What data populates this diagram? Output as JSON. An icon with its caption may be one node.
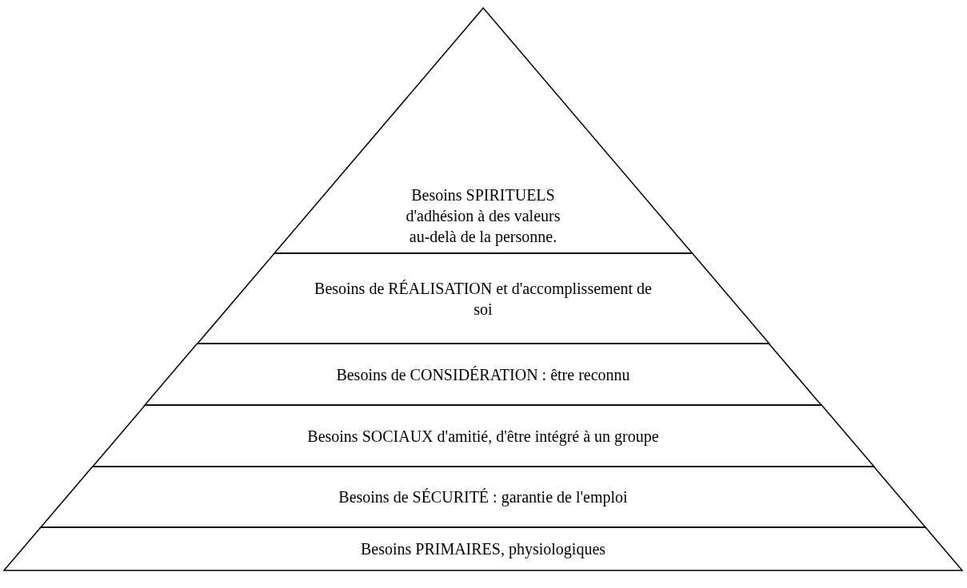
{
  "diagram": {
    "nodes": [
      {
        "text": [
          "Besoins SPIRITUELS d'adhésion à des valeurs au-delà de la personne."
        ]
      },
      {
        "text": [
          "Besoins de RÉALISATION et d'accomplissement de soi"
        ]
      },
      {
        "text": [
          "Besoins de CONSIDÉRATION : être reconnu"
        ]
      },
      {
        "text": [
          "Besoins SOCIAUX d'amitié, d'être intégré à un groupe"
        ]
      },
      {
        "text": [
          "Besoins de SÉCURITÉ : garantie de l'emploi"
        ]
      },
      {
        "text": [
          "Besoins PRIMAIRES, physiologiques"
        ]
      }
    ]
  }
}
